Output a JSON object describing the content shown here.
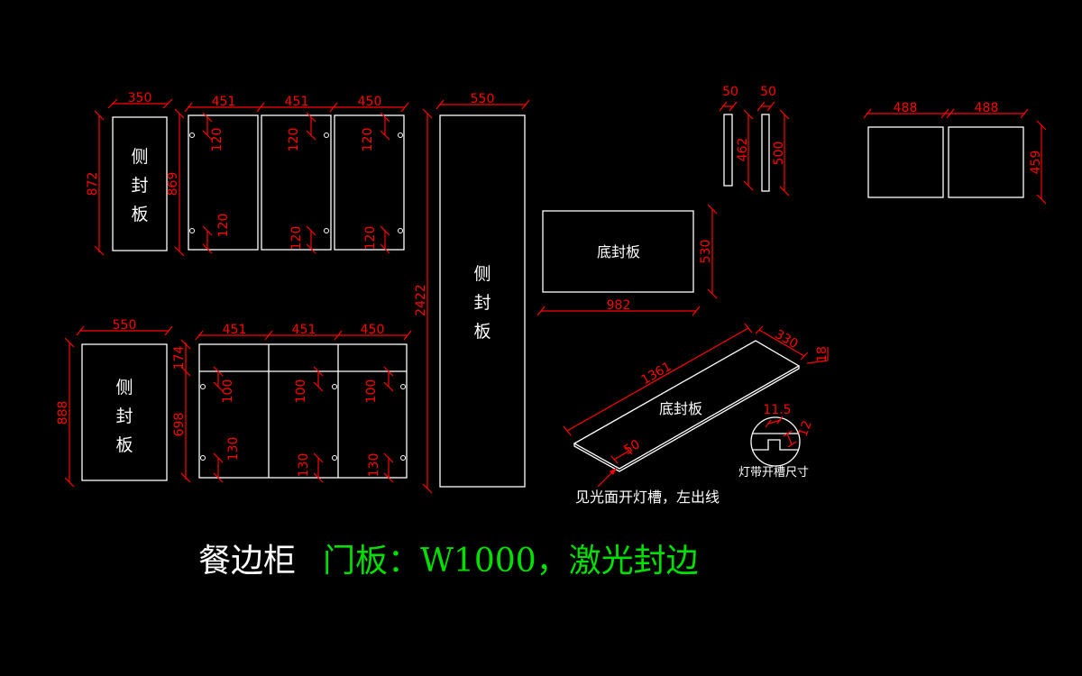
{
  "drawing": {
    "title_prefix": "餐边柜",
    "title_spec": "门板：W1000，激光封边",
    "colors": {
      "background": "#000000",
      "outline": "#ffffff",
      "dimension": "#ff0000",
      "spec_text": "#00e000"
    }
  },
  "labels": {
    "side_panel": [
      "侧",
      "封",
      "板"
    ],
    "bottom_panel": "底封板",
    "light_slot_caption": "灯带开槽尺寸",
    "note": "见光面开灯槽，左出线"
  },
  "dimensions": {
    "upper_side_panel": {
      "width": "350",
      "height": "872"
    },
    "upper_doors": {
      "widths": [
        "451",
        "451",
        "450"
      ],
      "height": "869",
      "hinge_offsets": [
        "120",
        "120",
        "120",
        "120",
        "120",
        "120"
      ]
    },
    "lower_side_panel": {
      "width": "550",
      "height": "888"
    },
    "lower_doors": {
      "widths": [
        "451",
        "451",
        "450"
      ],
      "top_height": "174",
      "door_height": "698",
      "hinge_top_offsets": [
        "100",
        "100",
        "100"
      ],
      "hinge_bottom_offsets": [
        "130",
        "130",
        "130"
      ]
    },
    "tall_side_panel": {
      "width": "550",
      "height": "2422"
    },
    "bottom_panel": {
      "width": "982",
      "height": "530"
    },
    "strips": {
      "widths": [
        "50",
        "50"
      ],
      "heights": [
        "462",
        "500"
      ]
    },
    "square_panels": {
      "widths": [
        "488",
        "488"
      ],
      "height": "459"
    },
    "iso_plate": {
      "length": "1361",
      "depth": "330",
      "thickness": "18",
      "slot_offset": "50"
    },
    "light_slot": {
      "width": "11.5",
      "depth": "12"
    }
  }
}
